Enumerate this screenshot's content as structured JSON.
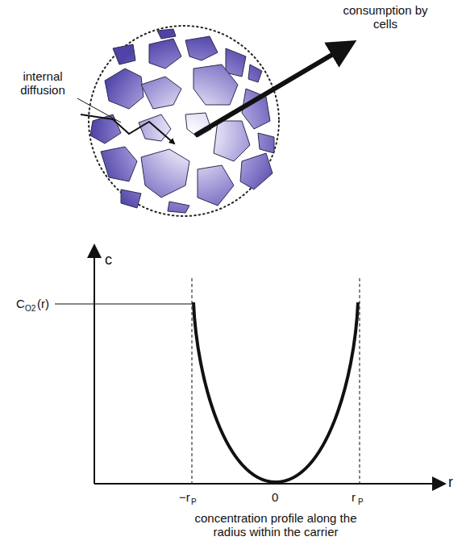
{
  "diagram": {
    "caption": "concentration profile along the radius within the carrier",
    "labels": [
      "consumption by cells",
      "internal diffusion",
      "c",
      "C",
      "O2",
      "(r)",
      "r",
      "−r",
      "P",
      "0",
      "r",
      "P"
    ]
  }
}
